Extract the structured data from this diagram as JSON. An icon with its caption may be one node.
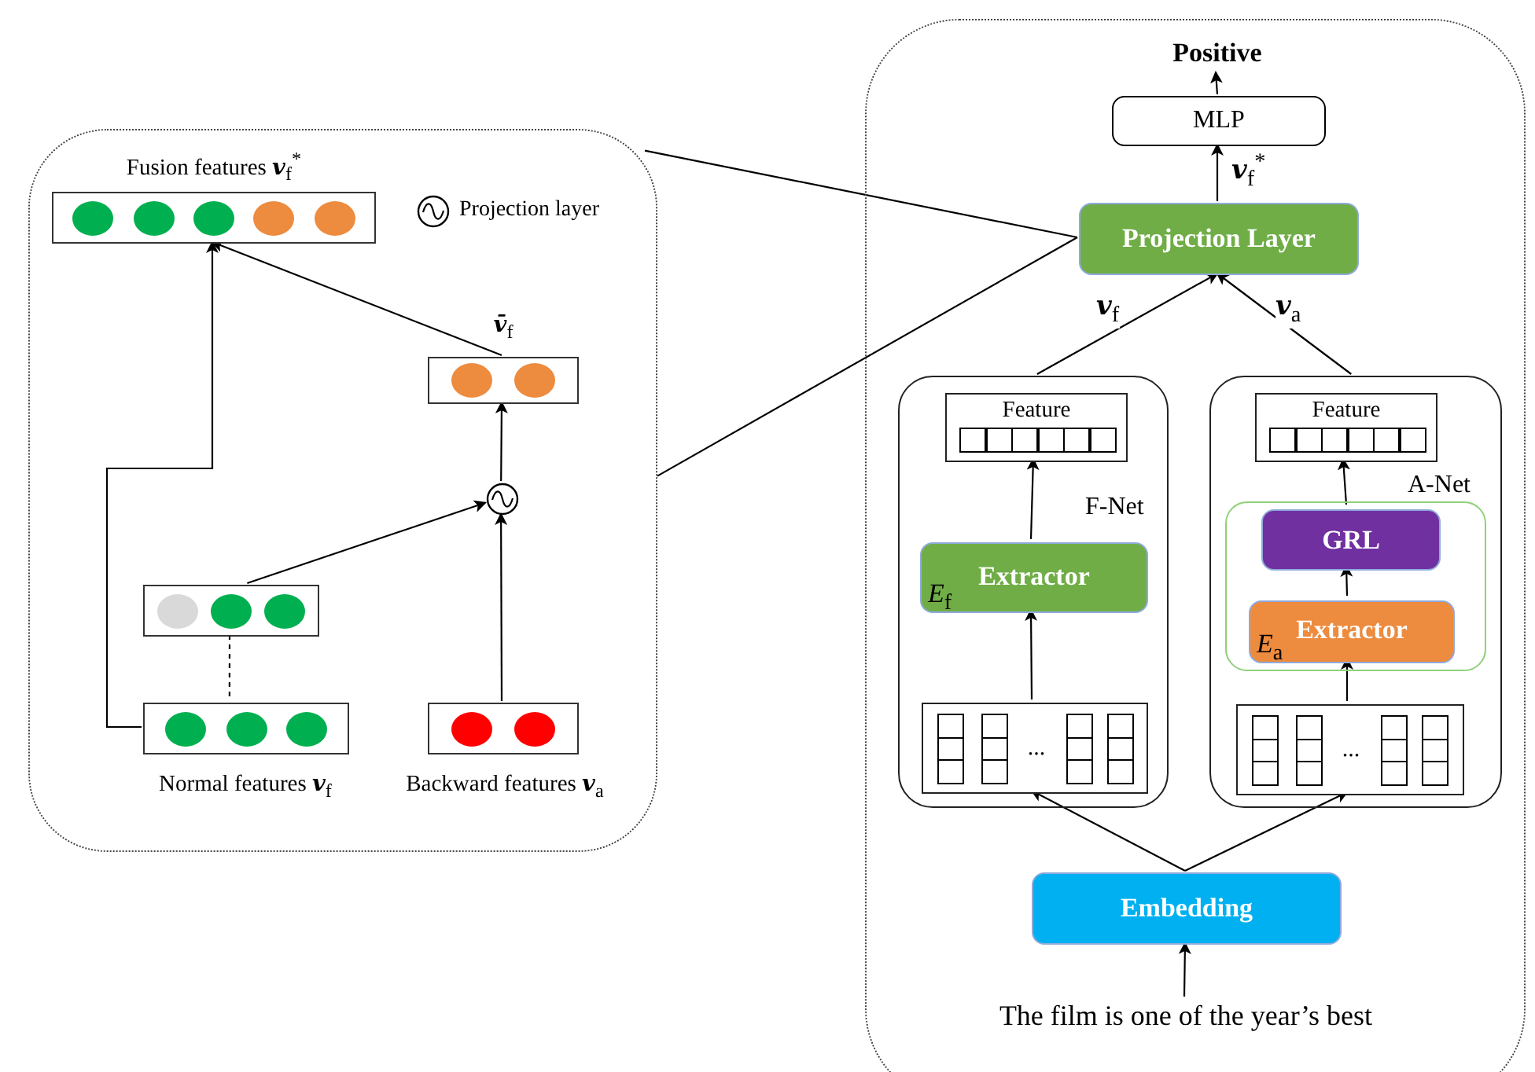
{
  "diagram": {
    "nodes": [
      {
        "text": [],
        "shape": "box"
      },
      {
        "text": [
          "Fusion features **v**$_{f}$$^{*}$"
        ],
        "in": 0
      },
      {
        "text": [
          "**v̄**$_{f}$"
        ],
        "in": 0
      },
      {
        "text": [],
        "shape": "circle",
        "in": 0
      },
      {
        "text": [],
        "shape": "box",
        "in": 0
      },
      {
        "text": [
          "Normal features **v**$_{f}$"
        ],
        "in": 0
      },
      {
        "text": [
          "Backward features **v**$_{a}$"
        ],
        "in": 0
      },
      {
        "text": [],
        "shape": "box"
      },
      {
        "text": [
          "Positive"
        ],
        "in": 7
      },
      {
        "text": [
          "MLP"
        ],
        "in": 7
      },
      {
        "text": [
          "Projection Layer"
        ],
        "in": 7
      },
      {
        "text": [
          "F-Net"
        ],
        "in": 7
      },
      {
        "text": [
          "Feature"
        ],
        "in": 11
      },
      {
        "text": [
          "*E*$_{f}$",
          "Extractor"
        ],
        "in": 11
      },
      {
        "text": [
          "..."
        ],
        "in": 11
      },
      {
        "text": [
          "A-Net"
        ],
        "in": 7
      },
      {
        "text": [
          "Feature"
        ],
        "in": 15
      },
      {
        "text": [],
        "shape": "box",
        "in": 15
      },
      {
        "text": [
          "GRL"
        ],
        "in": 17
      },
      {
        "text": [
          "*E*$_{a}$",
          "Extractor"
        ],
        "in": 17
      },
      {
        "text": [
          "..."
        ],
        "in": 15
      },
      {
        "text": [
          "Embedding"
        ],
        "in": 7
      },
      {
        "text": [
          "The film is one of the year’s best"
        ],
        "in": 7
      }
    ],
    "edges": [
      {
        "from": 4,
        "to": 3,
        "arrow": "to"
      },
      {
        "from": 6,
        "to": 3,
        "arrow": "to"
      },
      {
        "from": 3,
        "to": 2,
        "arrow": "to"
      },
      {
        "from": 2,
        "to": 1,
        "arrow": "to"
      },
      {
        "from": 5,
        "to": 1,
        "arrow": "to"
      },
      {
        "from": 4,
        "to": 5,
        "arrow": "none",
        "style": "dashed"
      },
      {
        "from": 0,
        "to": 10,
        "arrow": "none"
      },
      {
        "from": 0,
        "to": 10,
        "arrow": "none"
      },
      {
        "from": 9,
        "to": 8,
        "arrow": "to"
      },
      {
        "from": 10,
        "to": 9,
        "arrow": "to",
        "label": "**v**$_{f}$$^{*}$"
      },
      {
        "from": 11,
        "to": 10,
        "arrow": "to",
        "label": "**v**$_{f}$"
      },
      {
        "from": 15,
        "to": 10,
        "arrow": "to",
        "label": "**v**$_{a}$"
      },
      {
        "from": 14,
        "to": 13,
        "arrow": "to"
      },
      {
        "from": 13,
        "to": 12,
        "arrow": "to"
      },
      {
        "from": 20,
        "to": 19,
        "arrow": "to"
      },
      {
        "from": 19,
        "to": 18,
        "arrow": "to"
      },
      {
        "from": 18,
        "to": 16,
        "arrow": "to"
      },
      {
        "from": 21,
        "to": 14,
        "arrow": "to"
      },
      {
        "from": 21,
        "to": 20,
        "arrow": "to"
      },
      {
        "from": 22,
        "to": 21,
        "arrow": "to"
      }
    ],
    "legend": [
      {
        "text": "Projection layer"
      }
    ]
  }
}
